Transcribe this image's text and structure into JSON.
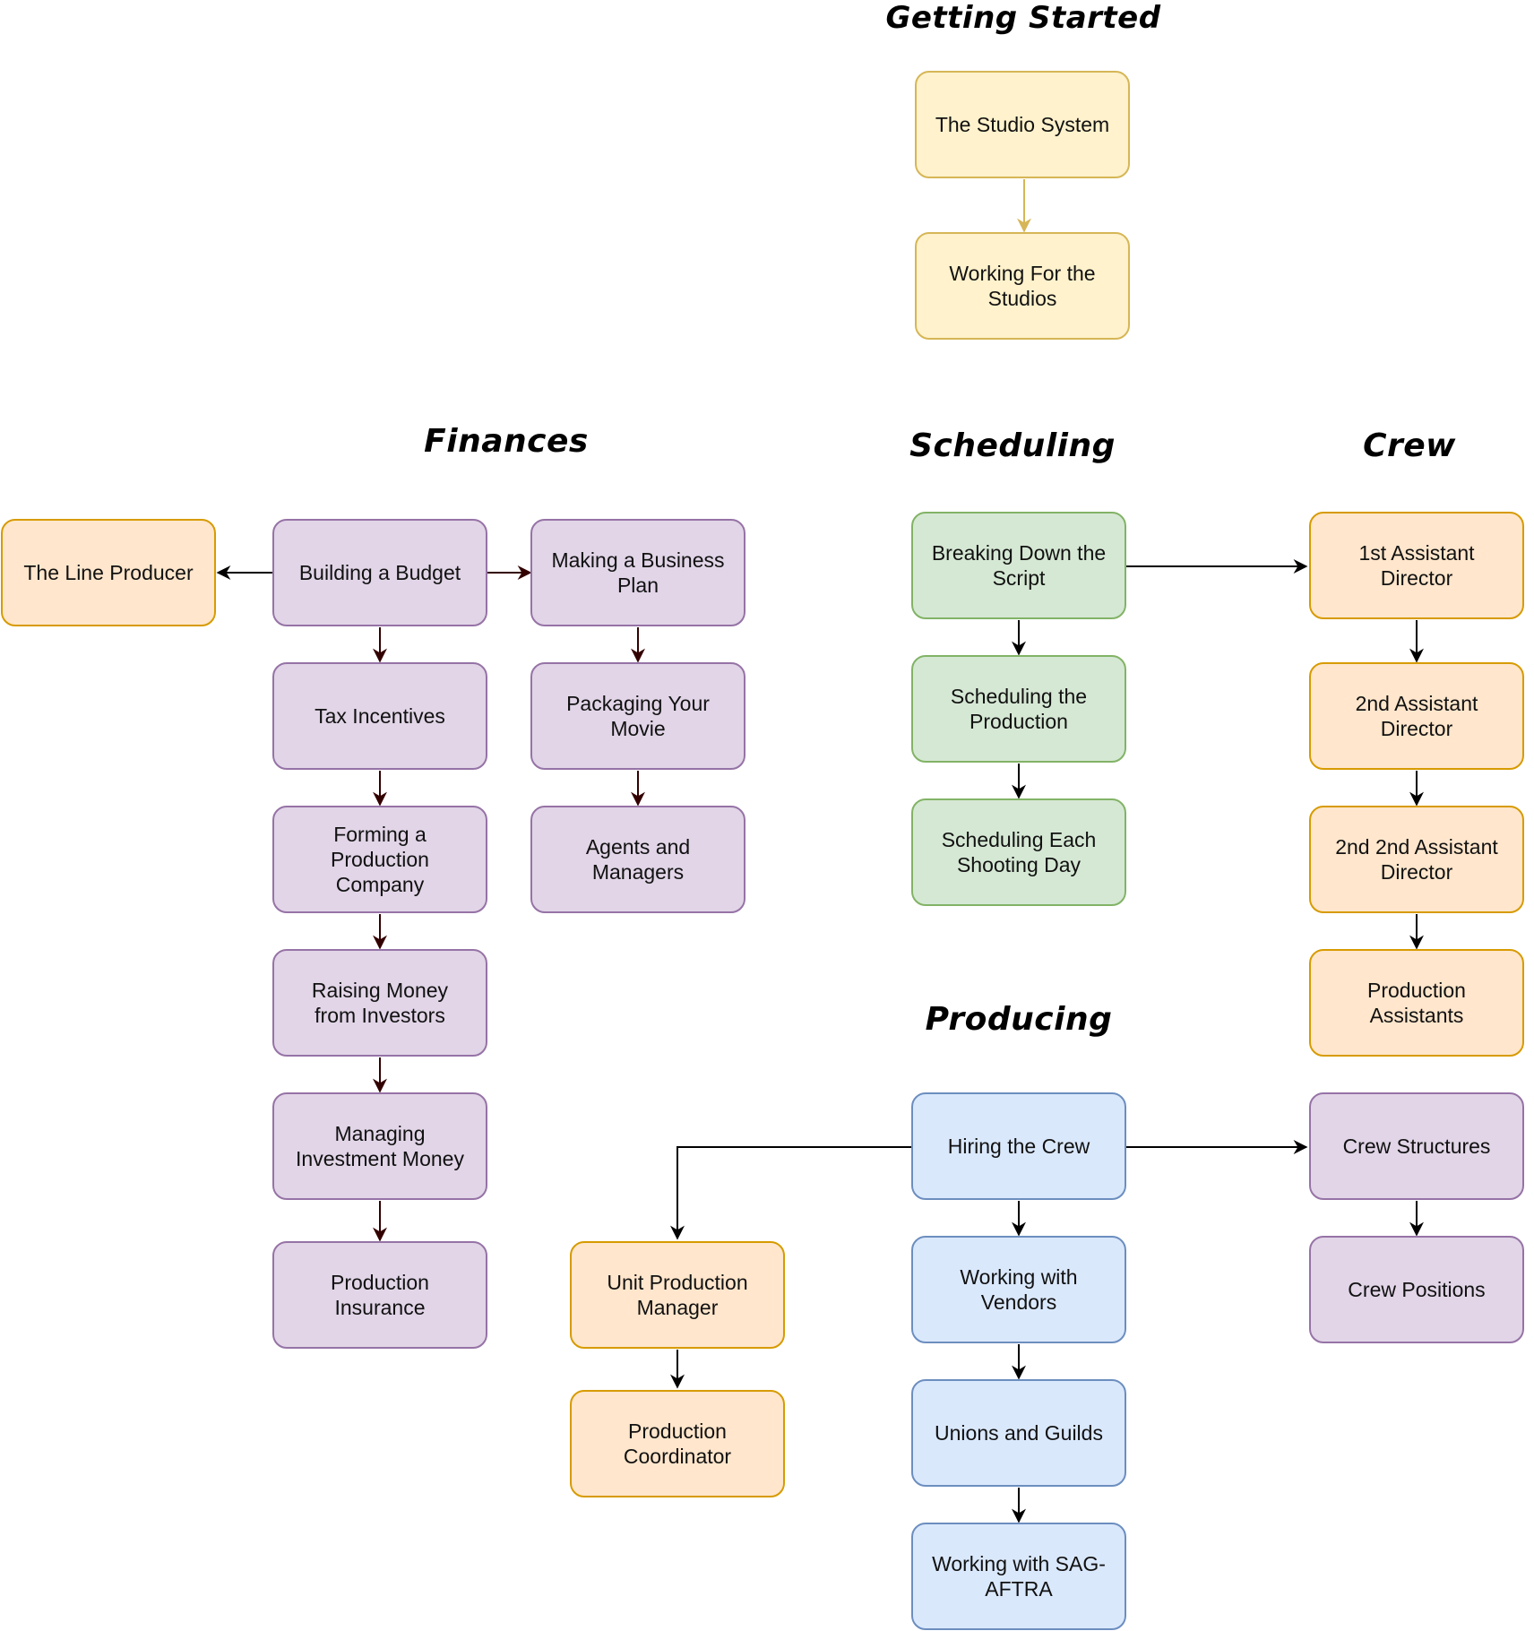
{
  "sections": {
    "getting_started": "Getting Started",
    "finances": "Finances",
    "scheduling": "Scheduling",
    "crew": "Crew",
    "producing": "Producing"
  },
  "nodes": {
    "studio_system": "The Studio System",
    "working_for_studios": "Working For the Studios",
    "line_producer": "The Line Producer",
    "building_budget": "Building a Budget",
    "business_plan": "Making a Business Plan",
    "tax_incentives": "Tax Incentives",
    "packaging_movie": "Packaging Your Movie",
    "forming_company": "Forming a Production Company",
    "agents_managers": "Agents and Managers",
    "raising_money": "Raising Money from Investors",
    "managing_money": "Managing Investment Money",
    "production_insurance": "Production Insurance",
    "breaking_down_script": "Breaking Down the Script",
    "scheduling_production": "Scheduling the Production",
    "scheduling_each_day": "Scheduling Each Shooting Day",
    "first_ad": "1st Assistant Director",
    "second_ad": "2nd Assistant Director",
    "second_second_ad": "2nd 2nd Assistant Director",
    "production_assistants": "Production Assistants",
    "hiring_crew": "Hiring the Crew",
    "working_vendors": "Working with Vendors",
    "unions_guilds": "Unions and Guilds",
    "working_sag": "Working with SAG-AFTRA",
    "unit_production_manager": "Unit Production Manager",
    "production_coordinator": "Production Coordinator",
    "crew_structures": "Crew Structures",
    "crew_positions": "Crew Positions"
  },
  "colors": {
    "yellow_fill": "#fff2cc",
    "yellow_stroke": "#d6b656",
    "purple_fill": "#e1d5e7",
    "purple_stroke": "#9673a6",
    "orange_fill": "#ffe6cc",
    "orange_stroke": "#d79b00",
    "green_fill": "#d5e8d4",
    "green_stroke": "#82b366",
    "blue_fill": "#dae8fc",
    "blue_stroke": "#6c8ebf",
    "finance_arrow": "#330000",
    "default_arrow": "#000000"
  },
  "edges": [
    {
      "from": "studio_system",
      "to": "working_for_studios"
    },
    {
      "from": "building_budget",
      "to": "line_producer"
    },
    {
      "from": "building_budget",
      "to": "business_plan"
    },
    {
      "from": "building_budget",
      "to": "tax_incentives"
    },
    {
      "from": "tax_incentives",
      "to": "forming_company"
    },
    {
      "from": "forming_company",
      "to": "raising_money"
    },
    {
      "from": "raising_money",
      "to": "managing_money"
    },
    {
      "from": "managing_money",
      "to": "production_insurance"
    },
    {
      "from": "business_plan",
      "to": "packaging_movie"
    },
    {
      "from": "packaging_movie",
      "to": "agents_managers"
    },
    {
      "from": "breaking_down_script",
      "to": "scheduling_production"
    },
    {
      "from": "scheduling_production",
      "to": "scheduling_each_day"
    },
    {
      "from": "breaking_down_script",
      "to": "first_ad"
    },
    {
      "from": "first_ad",
      "to": "second_ad"
    },
    {
      "from": "second_ad",
      "to": "second_second_ad"
    },
    {
      "from": "second_second_ad",
      "to": "production_assistants"
    },
    {
      "from": "hiring_crew",
      "to": "working_vendors"
    },
    {
      "from": "working_vendors",
      "to": "unions_guilds"
    },
    {
      "from": "unions_guilds",
      "to": "working_sag"
    },
    {
      "from": "hiring_crew",
      "to": "unit_production_manager"
    },
    {
      "from": "unit_production_manager",
      "to": "production_coordinator"
    },
    {
      "from": "hiring_crew",
      "to": "crew_structures"
    },
    {
      "from": "crew_structures",
      "to": "crew_positions"
    }
  ]
}
